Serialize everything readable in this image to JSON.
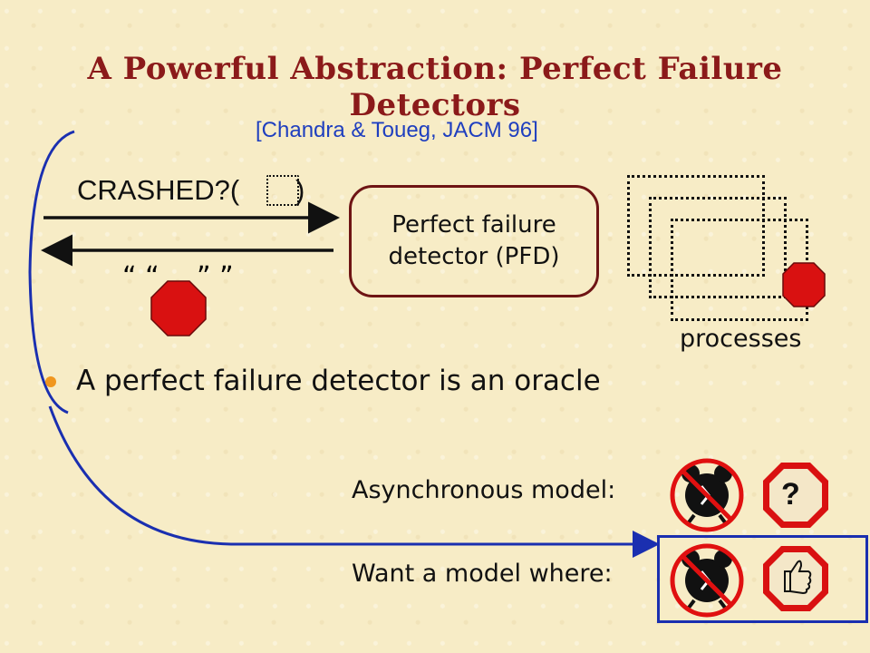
{
  "slide": {
    "title": "A Powerful Abstraction: Perfect Failure Detectors",
    "citation": "[Chandra & Toueg, JACM 96]",
    "query_prefix": "CRASHED?(",
    "query_suffix": ")",
    "pfd_box": {
      "line1": "Perfect failure",
      "line2": "detector (PFD)"
    },
    "answer_quote_left": "“ “",
    "answer_quote_right": "” ”",
    "processes_label": "processes",
    "bullet": "A perfect failure detector is an oracle",
    "async_label": "Asynchronous model:",
    "want_label": "Want a model where:",
    "question_mark": "?"
  },
  "colors": {
    "title": "#8b1a1a",
    "citation": "#1f3fbf",
    "stop_sign": "#d91111",
    "pfd_border": "#6e1414",
    "bullet": "#f0961e",
    "bracket_arrow": "#1a2fb0",
    "want_box_border": "#1a2fb0"
  },
  "icons": [
    "stop-sign-icon",
    "alarm-clock-icon",
    "no-symbol-icon",
    "thumbs-up-icon",
    "question-stop-sign-icon"
  ]
}
